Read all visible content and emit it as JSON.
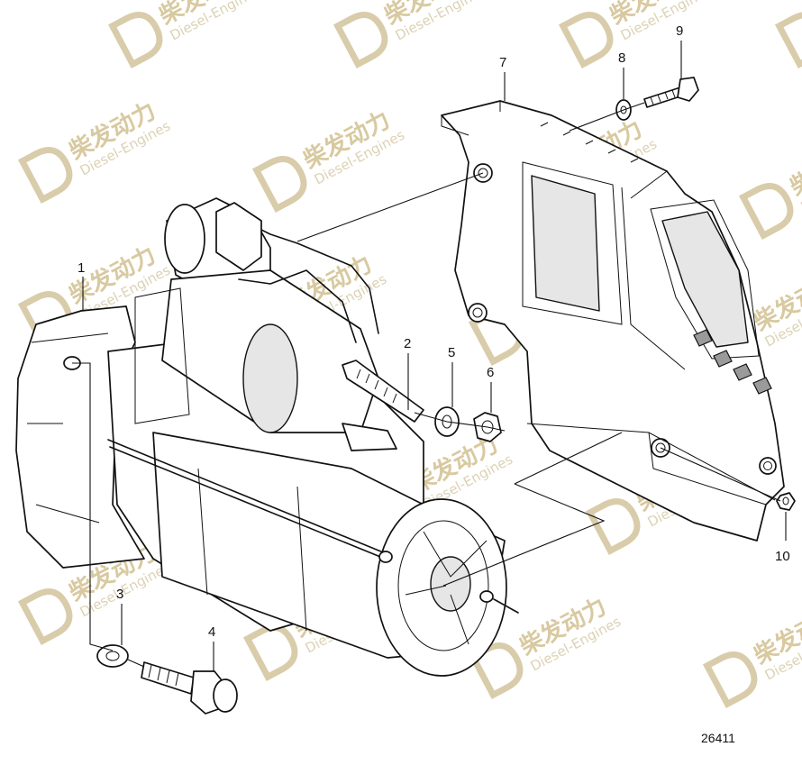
{
  "watermark": {
    "cn": "柴发动力",
    "en": "Diesel-Engines"
  },
  "callouts": [
    {
      "id": "c1",
      "label": "1"
    },
    {
      "id": "c2",
      "label": "2"
    },
    {
      "id": "c3",
      "label": "3"
    },
    {
      "id": "c4",
      "label": "4"
    },
    {
      "id": "c5",
      "label": "5"
    },
    {
      "id": "c6",
      "label": "6"
    },
    {
      "id": "c7",
      "label": "7"
    },
    {
      "id": "c8",
      "label": "8"
    },
    {
      "id": "c9",
      "label": "9"
    },
    {
      "id": "c10",
      "label": "10"
    }
  ],
  "figure_number": "26411"
}
